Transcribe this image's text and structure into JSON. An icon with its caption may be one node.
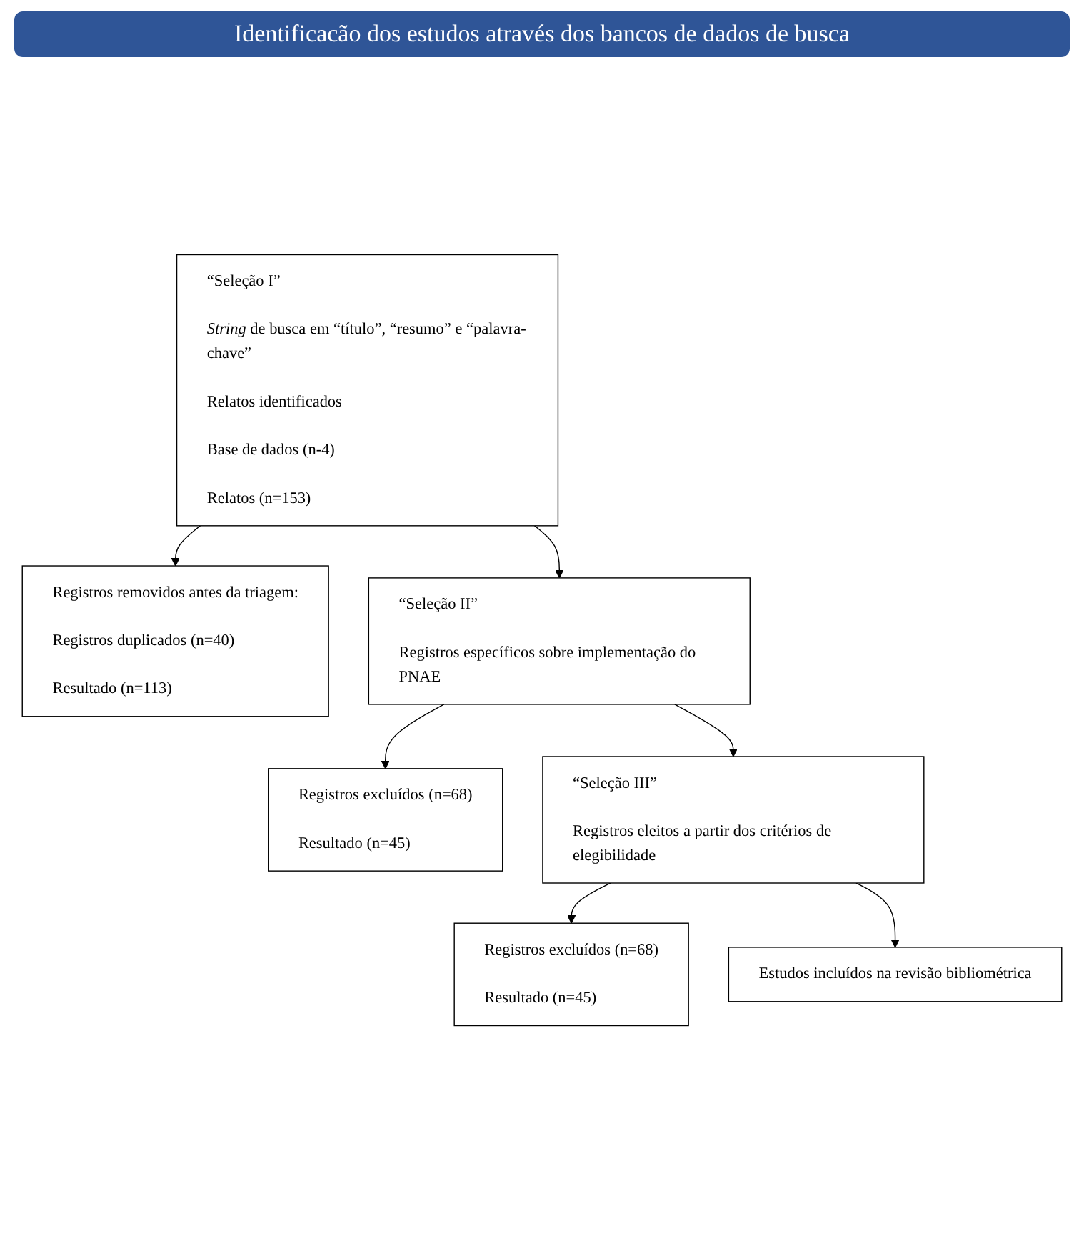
{
  "diagram": {
    "title": "Identificacão dos estudos através dos bancos de dados de busca",
    "nodes": [
      {
        "text": [
          "“Seleção I”",
          "*String* de busca em “título”, “resumo” e “palavra-chave”",
          "Relatos identificados",
          "Base de dados (n-4)",
          "Relatos (n=153)"
        ]
      },
      {
        "text": [
          "Registros removidos antes da triagem:",
          "Registros duplicados (n=40)",
          "Resultado (n=113)"
        ]
      },
      {
        "text": [
          "“Seleção II”",
          "Registros específicos sobre implementação do PNAE"
        ]
      },
      {
        "text": [
          "Registros excluídos (n=68)",
          "Resultado (n=45)"
        ]
      },
      {
        "text": [
          "“Seleção III”",
          "Registros eleitos a partir dos critérios de elegibilidade"
        ]
      },
      {
        "text": [
          "Registros excluídos (n=68)",
          "Resultado (n=45)"
        ]
      },
      {
        "text": [
          "Estudos incluídos na revisão bibliométrica"
        ]
      }
    ],
    "edges": [
      {
        "from": 0,
        "to": 1,
        "arrow": "to"
      },
      {
        "from": 0,
        "to": 2,
        "arrow": "to"
      },
      {
        "from": 2,
        "to": 3,
        "arrow": "to"
      },
      {
        "from": 2,
        "to": 4,
        "arrow": "to"
      },
      {
        "from": 4,
        "to": 5,
        "arrow": "to"
      },
      {
        "from": 4,
        "to": 6,
        "arrow": "to"
      }
    ]
  }
}
